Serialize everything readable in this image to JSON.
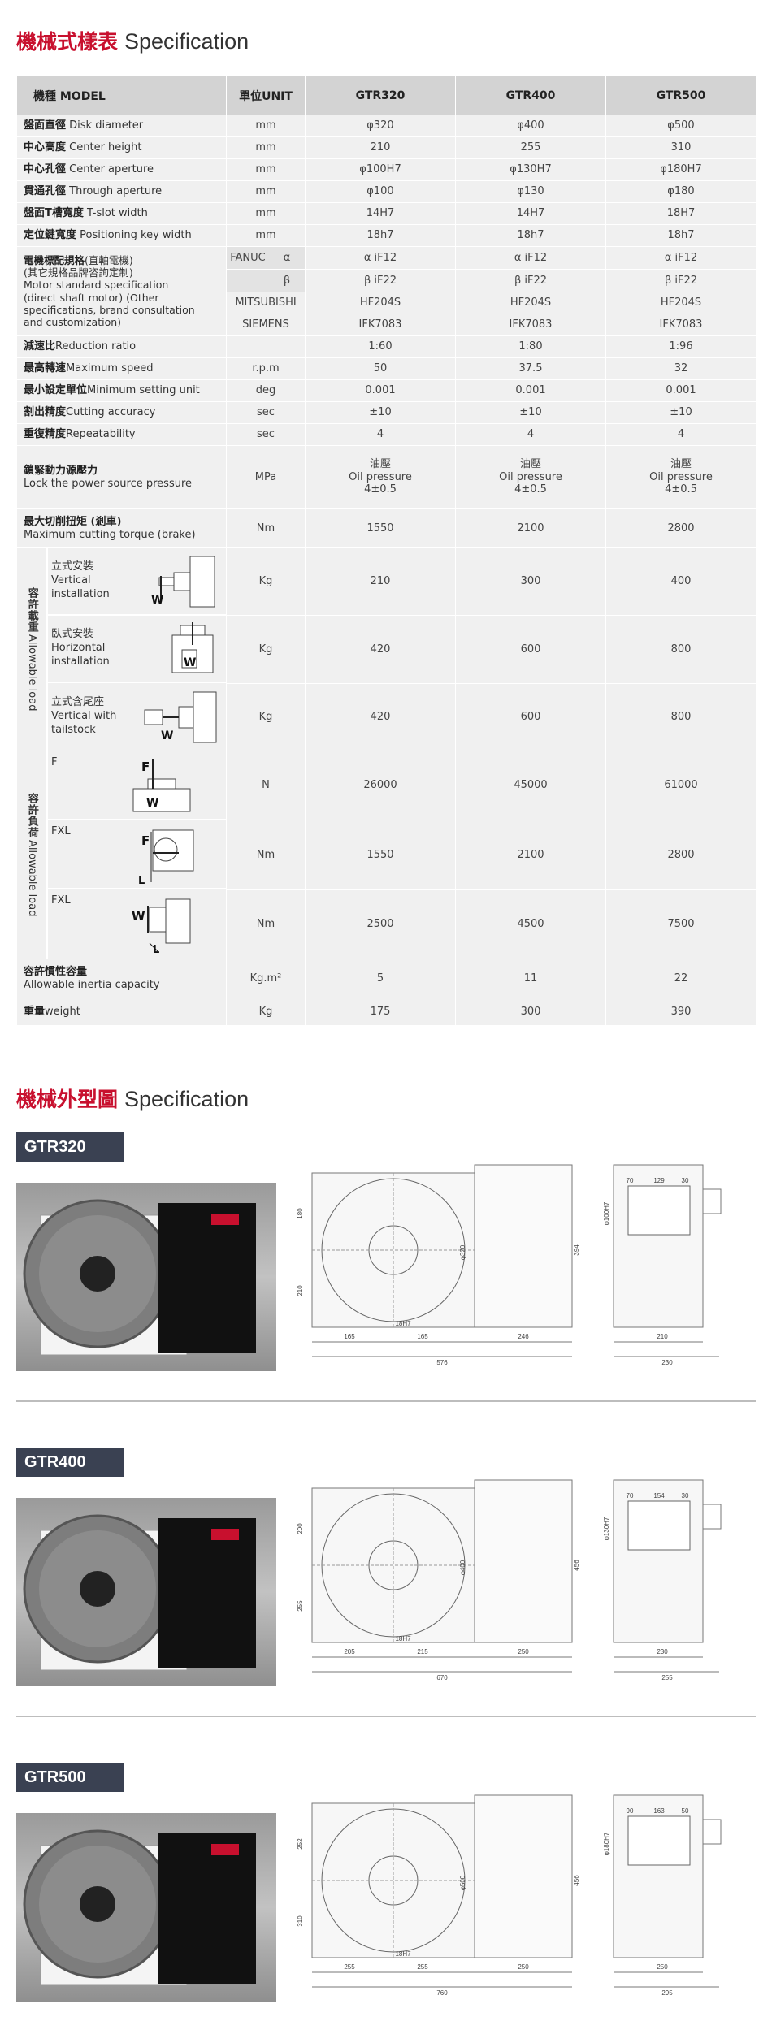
{
  "sections": {
    "spec_title_zh": "機械式樣表",
    "spec_title_en": "Specification",
    "outline_title_zh": "機械外型圖",
    "outline_title_en": "Specification"
  },
  "table": {
    "head": [
      "機種 MODEL",
      "單位UNIT",
      "GTR320",
      "GTR400",
      "GTR500"
    ],
    "rows": [
      {
        "zh": "盤面直徑",
        "en": "Disk diameter",
        "unit": "mm",
        "v": [
          "φ320",
          "φ400",
          "φ500"
        ]
      },
      {
        "zh": "中心高度",
        "en": "Center height",
        "unit": "mm",
        "v": [
          "210",
          "255",
          "310"
        ]
      },
      {
        "zh": "中心孔徑",
        "en": "Center aperture",
        "unit": "mm",
        "v": [
          "φ100H7",
          "φ130H7",
          "φ180H7"
        ]
      },
      {
        "zh": "貫通孔徑",
        "en": "Through aperture",
        "unit": "mm",
        "v": [
          "φ100",
          "φ130",
          "φ180"
        ]
      },
      {
        "zh": "盤面T槽寬度",
        "en": "T-slot width",
        "unit": "mm",
        "v": [
          "14H7",
          "14H7",
          "18H7"
        ]
      },
      {
        "zh": "定位鍵寬度",
        "en": "Positioning key width",
        "unit": "mm",
        "v": [
          "18h7",
          "18h7",
          "18h7"
        ]
      }
    ],
    "motor": {
      "zh": "電機標配規格",
      "zh2": "(直軸電機)",
      "zh3": "(其它規格品牌咨詢定制)",
      "en": "Motor standard specification (direct shaft motor) (Other specifications, brand consultation and customization)",
      "fanuc": "FANUC",
      "alpha": "α",
      "beta": "β",
      "alpha_v": [
        "α iF12",
        "α iF12",
        "α iF12"
      ],
      "beta_v": [
        "β iF22",
        "β iF22",
        "β iF22"
      ],
      "mitsubishi": "MITSUBISHI",
      "mitsubishi_v": [
        "HF204S",
        "HF204S",
        "HF204S"
      ],
      "siemens": "SIEMENS",
      "siemens_v": [
        "IFK7083",
        "IFK7083",
        "IFK7083"
      ]
    },
    "rows2": [
      {
        "zh": "減速比",
        "en": "Reduction ratio",
        "unit": "",
        "v": [
          "1:60",
          "1:80",
          "1:96"
        ]
      },
      {
        "zh": "最高轉速",
        "en": "Maximum speed",
        "unit": "r.p.m",
        "v": [
          "50",
          "37.5",
          "32"
        ]
      },
      {
        "zh": "最小設定單位",
        "en": "Minimum setting unit",
        "unit": "deg",
        "v": [
          "0.001",
          "0.001",
          "0.001"
        ]
      },
      {
        "zh": "割出精度",
        "en": "Cutting accuracy",
        "unit": "sec",
        "v": [
          "±10",
          "±10",
          "±10"
        ]
      },
      {
        "zh": "重復精度",
        "en": "Repeatability",
        "unit": "sec",
        "v": [
          "4",
          "4",
          "4"
        ]
      }
    ],
    "lock": {
      "zh": "鎖緊動力源壓力",
      "en": "Lock the power source pressure",
      "unit": "MPa",
      "v1": "油壓",
      "v2": "Oil pressure",
      "v3": "4±0.5"
    },
    "torque": {
      "zh": "最大切削扭矩 (剎車)",
      "en": "Maximum cutting torque (brake)",
      "unit": "Nm",
      "v": [
        "1550",
        "2100",
        "2800"
      ]
    },
    "load_group": {
      "zh": "容許載重",
      "en": "Allowable load"
    },
    "loads": [
      {
        "zh": "立式安裝",
        "en1": "Vertical",
        "en2": "installation",
        "unit": "Kg",
        "v": [
          "210",
          "300",
          "400"
        ]
      },
      {
        "zh": "臥式安裝",
        "en1": "Horizontal",
        "en2": "installation",
        "unit": "Kg",
        "v": [
          "420",
          "600",
          "800"
        ]
      },
      {
        "zh": "立式含尾座",
        "en1": "Vertical with",
        "en2": "tailstock",
        "unit": "Kg",
        "v": [
          "420",
          "600",
          "800"
        ]
      }
    ],
    "force_group": {
      "zh": "容許負荷",
      "en": "Allowable load"
    },
    "forces": [
      {
        "label": "F",
        "unit": "N",
        "v": [
          "26000",
          "45000",
          "61000"
        ]
      },
      {
        "label": "FXL",
        "unit": "Nm",
        "v": [
          "1550",
          "2100",
          "2800"
        ]
      },
      {
        "label": "FXL",
        "unit": "Nm",
        "v": [
          "2500",
          "4500",
          "7500"
        ]
      }
    ],
    "inertia": {
      "zh": "容許慣性容量",
      "en": "Allowable inertia capacity",
      "unit": "Kg.m²",
      "v": [
        "5",
        "11",
        "22"
      ]
    },
    "weight": {
      "zh": "重量",
      "en": "weight",
      "unit": "Kg",
      "v": [
        "175",
        "300",
        "390"
      ]
    }
  },
  "glyphs": {
    "W": "W",
    "F": "F",
    "L": "L"
  },
  "models": [
    {
      "name": "GTR320",
      "dims": {
        "d1": "180",
        "d2": "210",
        "b1": "165",
        "b2": "165",
        "b3": "246",
        "total": "576",
        "h": "394",
        "s1": "70",
        "s2": "129",
        "s3": "30",
        "s4": "210",
        "s5": "230",
        "key": "18H7",
        "aa": "φ100H7",
        "bb": "φ320"
      }
    },
    {
      "name": "GTR400",
      "dims": {
        "d1": "200",
        "d2": "255",
        "b1": "205",
        "b2": "215",
        "b3": "250",
        "total": "670",
        "h": "456",
        "s1": "70",
        "s2": "154",
        "s3": "30",
        "s4": "230",
        "s5": "255",
        "key": "18H7",
        "aa": "φ130H7",
        "bb": "φ400"
      }
    },
    {
      "name": "GTR500",
      "dims": {
        "d1": "252",
        "d2": "310",
        "b1": "255",
        "b2": "255",
        "b3": "250",
        "total": "760",
        "h": "456",
        "s1": "90",
        "s2": "163",
        "s3": "50",
        "s4": "250",
        "s5": "295",
        "key": "18H7",
        "aa": "φ180H7",
        "bb": "φ500"
      }
    }
  ]
}
